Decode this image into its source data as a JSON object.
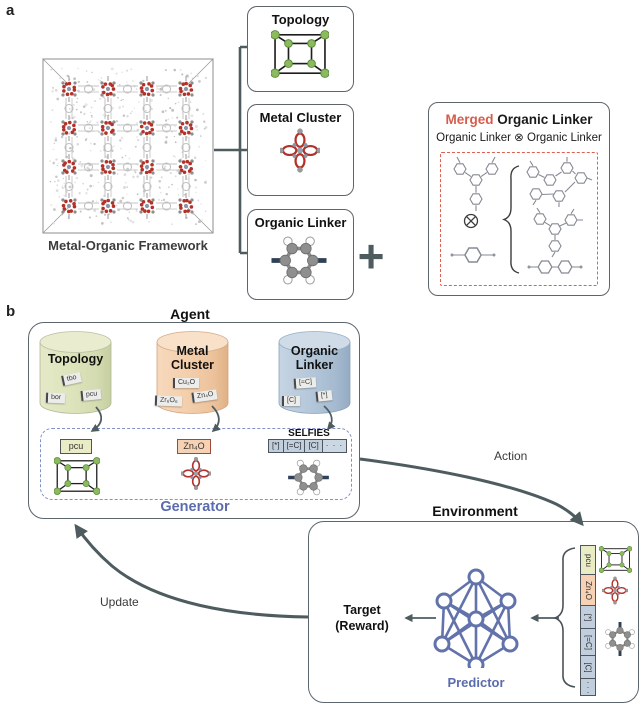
{
  "colors": {
    "arrow_gray": "#4e5c60",
    "merged_accent_red": "#d65c4c",
    "red_dashed_border": "#de6150",
    "generator_predictor_blue": "#5b6cae",
    "topology_green": "#dde4bb",
    "metal_orange": "#f3ceab",
    "linker_blue": "#b4c7da",
    "node_green": "#8cba5e",
    "cluster_red": "#b43128"
  },
  "panel_a": {
    "label": "a",
    "mof_caption": "Metal-Organic Framework",
    "components": [
      {
        "label": "Topology"
      },
      {
        "label": "Metal Cluster"
      },
      {
        "label": "Organic Linker"
      }
    ],
    "plus_sign": "+",
    "merged": {
      "title_accent": "Merged",
      "title_rest": " Organic Linker",
      "operand_left": "Organic Linker",
      "operator": "⊗",
      "operand_right": "Organic Linker"
    }
  },
  "panel_b": {
    "label": "b",
    "agent_title": "Agent",
    "environment_title": "Environment",
    "cylinders": [
      {
        "label": "Topology",
        "tags": [
          "tbo",
          "bor",
          "pcu"
        ]
      },
      {
        "label": "Metal Cluster",
        "tags": [
          "Cu₂O",
          "Zr₆O₆",
          "Zn₄O"
        ]
      },
      {
        "label": "Organic Linker",
        "tags": [
          "[=C]",
          "[C]",
          "[*]"
        ]
      }
    ],
    "generator": {
      "label": "Generator",
      "topology_token": "pcu",
      "metal_token": "Zn₄O",
      "selfies_label": "SELFIES",
      "selfies_tokens": [
        "[*]",
        "[=C]",
        "[C]",
        "· · ·"
      ]
    },
    "arrows": {
      "action": "Action",
      "update": "Update"
    },
    "environment": {
      "predictor_label": "Predictor",
      "target_line1": "Target",
      "target_line2": "(Reward)",
      "state_tokens": [
        "pcu",
        "Zn₄O",
        "[*]",
        "[=C]",
        "[C]",
        "· · ·"
      ]
    }
  }
}
